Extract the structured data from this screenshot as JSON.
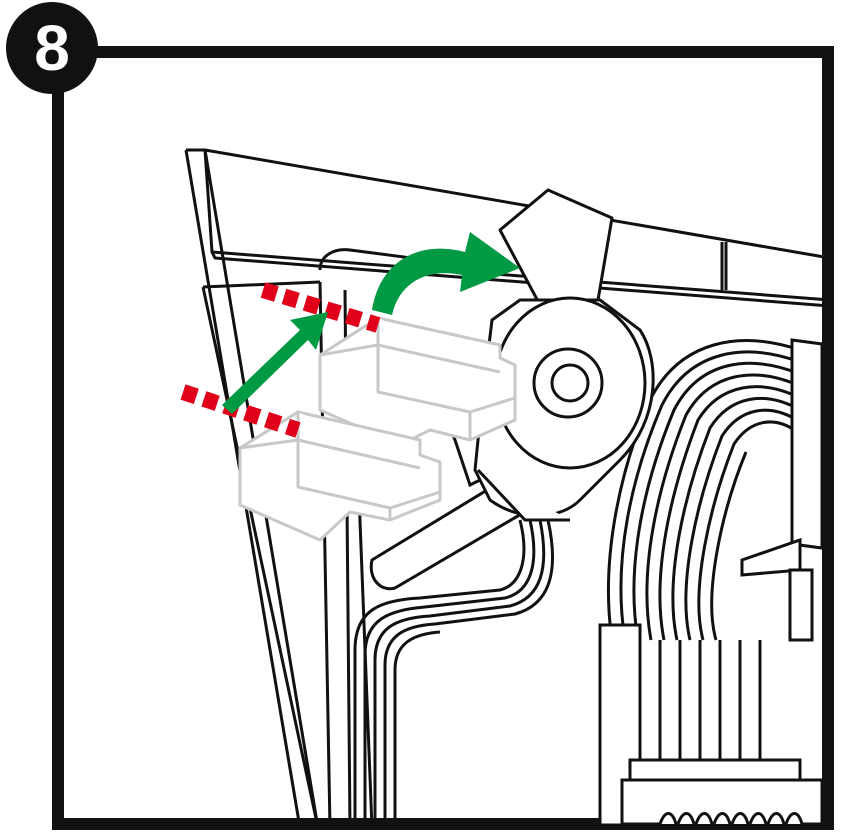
{
  "step": {
    "number": "8"
  },
  "colors": {
    "frame": "#111111",
    "badge": "#111111",
    "badge_text": "#ffffff",
    "line_art": "#111111",
    "fill": "#ffffff",
    "connector_outline": "#c8c8c8",
    "guide_dash": "#e0001a",
    "arrow": "#009944"
  },
  "icons": {
    "step_badge": "circle-badge",
    "insert_arrow": "diagonal-arrow-icon",
    "rotate_arrow": "curved-arrow-icon",
    "guide_lines": "dashed-alignment-lines"
  }
}
